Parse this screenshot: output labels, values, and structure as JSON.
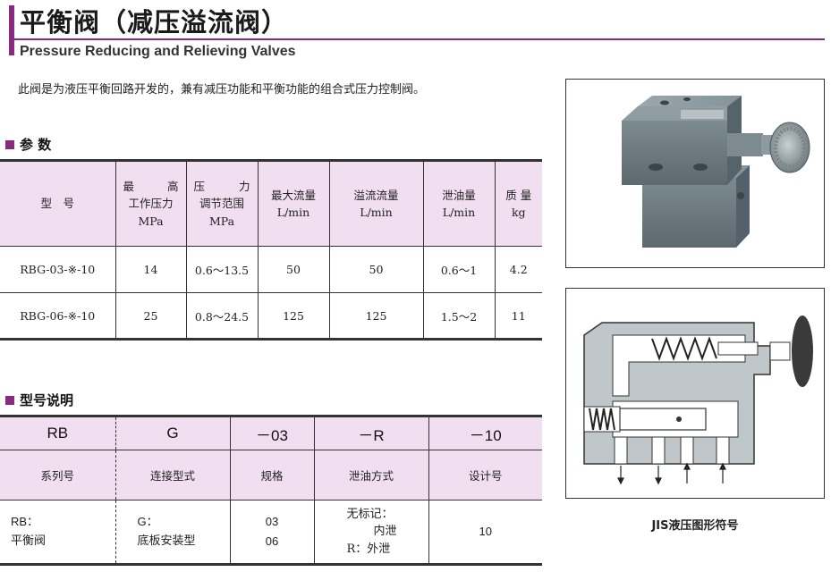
{
  "header": {
    "title_cn": "平衡阀（减压溢流阀）",
    "title_en": "Pressure Reducing and Relieving Valves"
  },
  "intro": "此阀是为液压平衡回路开发的，兼有减压功能和平衡功能的组合式压力控制阀。",
  "params": {
    "section_title": "参 数",
    "headers": [
      {
        "lines": [
          "型　号"
        ]
      },
      {
        "lines": [
          "最　　高",
          "工作压力",
          "MPa"
        ],
        "spread_first": [
          "最",
          "高"
        ]
      },
      {
        "lines": [
          "压　　力",
          "调节范围",
          "MPa"
        ],
        "spread_first": [
          "压",
          "力"
        ]
      },
      {
        "lines": [
          "最大流量",
          "L/min"
        ]
      },
      {
        "lines": [
          "溢流流量",
          "L/min"
        ]
      },
      {
        "lines": [
          "泄油量",
          "L/min"
        ]
      },
      {
        "lines": [
          "质 量",
          "kg"
        ]
      }
    ],
    "rows": [
      [
        "RBG-03-※-10",
        "14",
        "0.6～13.5",
        "50",
        "50",
        "0.6～1",
        "4.2"
      ],
      [
        "RBG-06-※-10",
        "25",
        "0.8～24.5",
        "125",
        "125",
        "1.5～2",
        "11"
      ]
    ]
  },
  "model": {
    "section_title": "型号说明",
    "codes": [
      "RB",
      "G",
      "－03",
      "－R",
      "－10"
    ],
    "descs": [
      "系列号",
      "连接型式",
      "规格",
      "泄油方式",
      "设计号"
    ],
    "details": {
      "series_code": "RB：",
      "series_name": "平衡阀",
      "conn_code": "G：",
      "conn_name": "底板安装型",
      "size_1": "03",
      "size_2": "06",
      "drain_none": "无标记：",
      "drain_internal": "内泄",
      "drain_r": "R：外泄",
      "design": "10"
    }
  },
  "diagram": {
    "caption": "JIS液压图形符号"
  },
  "colors": {
    "accent": "#8a2a7e",
    "header_fill": "#f1def0",
    "valve_body": "#6f7e83"
  }
}
